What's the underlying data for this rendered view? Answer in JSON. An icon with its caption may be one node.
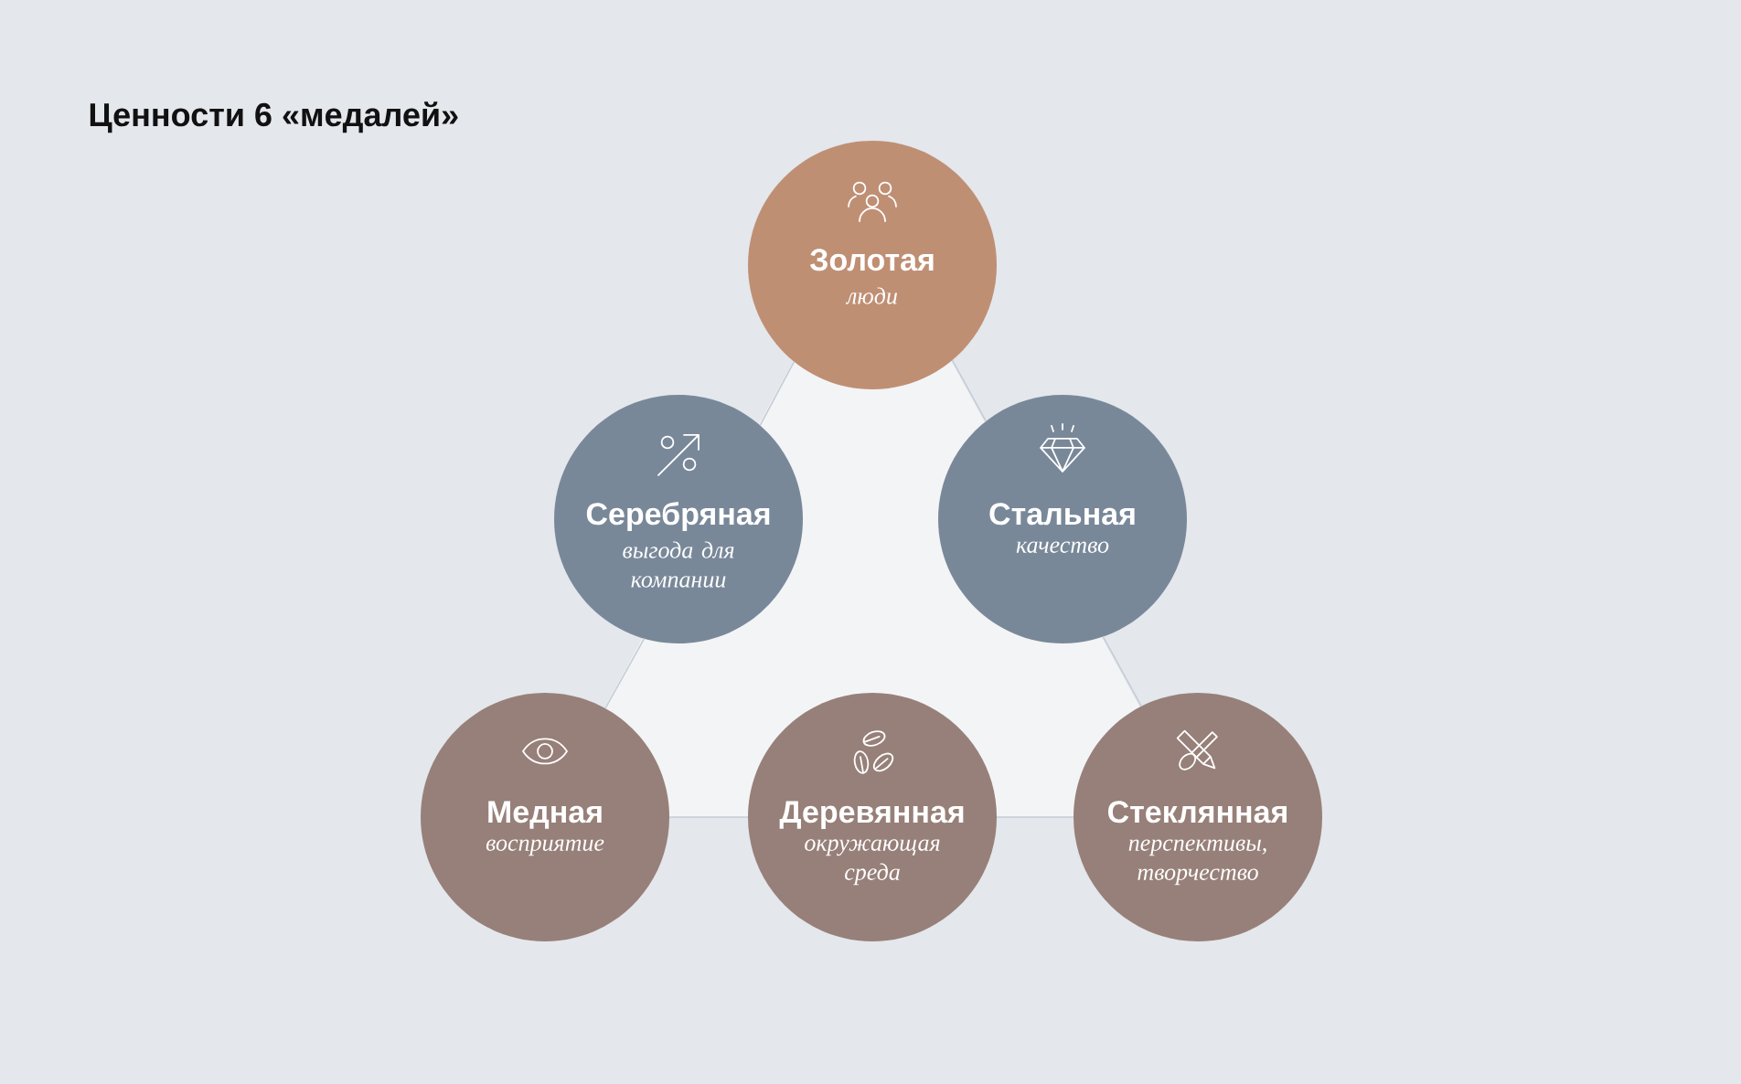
{
  "diagram": {
    "title": "Ценности 6 «медалей»",
    "nodes": [
      {
        "text": [
          "Золотая",
          "люди"
        ]
      },
      {
        "text": [
          "Серебряная",
          "выгода для компании"
        ]
      },
      {
        "text": [
          "Стальная",
          "качество"
        ]
      },
      {
        "text": [
          "Медная",
          "восприятие"
        ]
      },
      {
        "text": [
          "Деревянная",
          "окружающая среда"
        ]
      },
      {
        "text": [
          "Стеклянная",
          "перспективы, творчество"
        ]
      }
    ],
    "edges": [
      {
        "from": 0,
        "to": 1,
        "arrow": "none"
      },
      {
        "from": 1,
        "to": 3,
        "arrow": "none"
      },
      {
        "from": 3,
        "to": 4,
        "arrow": "none"
      },
      {
        "from": 4,
        "to": 5,
        "arrow": "none"
      },
      {
        "from": 5,
        "to": 2,
        "arrow": "none"
      },
      {
        "from": 2,
        "to": 0,
        "arrow": "none"
      }
    ]
  }
}
